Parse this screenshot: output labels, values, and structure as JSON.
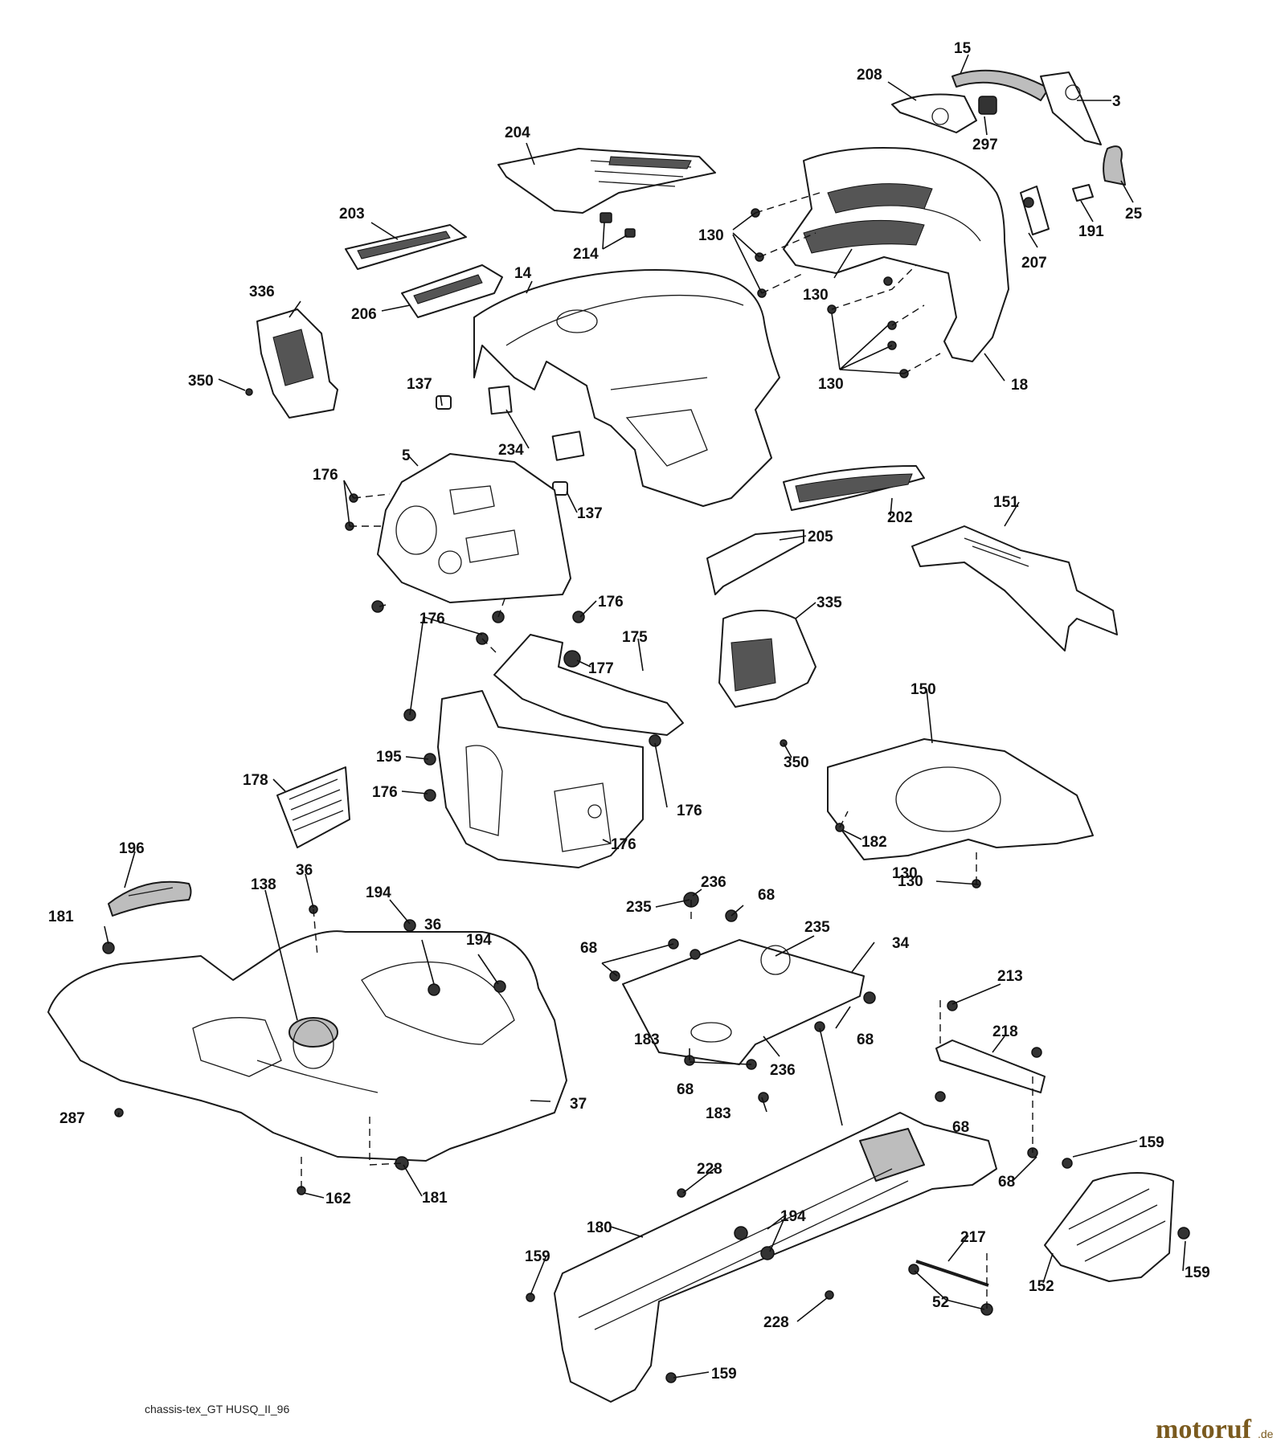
{
  "callouts": [
    "15",
    "208",
    "3",
    "297",
    "204",
    "25",
    "191",
    "203",
    "130",
    "214",
    "207",
    "14",
    "336",
    "130",
    "206",
    "350",
    "130",
    "18",
    "137",
    "234",
    "5",
    "176",
    "137",
    "202",
    "151",
    "205",
    "176",
    "176",
    "176",
    "335",
    "175",
    "177",
    "150",
    "350",
    "195",
    "178",
    "176",
    "176",
    "182",
    "130",
    "196",
    "36",
    "130",
    "138",
    "236",
    "68",
    "194",
    "235",
    "181",
    "36",
    "235",
    "194",
    "68",
    "34",
    "213",
    "218",
    "183",
    "68",
    "236",
    "37",
    "287",
    "68",
    "183",
    "68",
    "159",
    "228",
    "68",
    "181",
    "162",
    "194",
    "180",
    "217",
    "159",
    "152",
    "159",
    "52",
    "228",
    "159"
  ],
  "footer": {
    "code": "chassis-tex_GT HUSQ_II_96",
    "brand": "motoruf",
    "brand_tld": ".de"
  }
}
